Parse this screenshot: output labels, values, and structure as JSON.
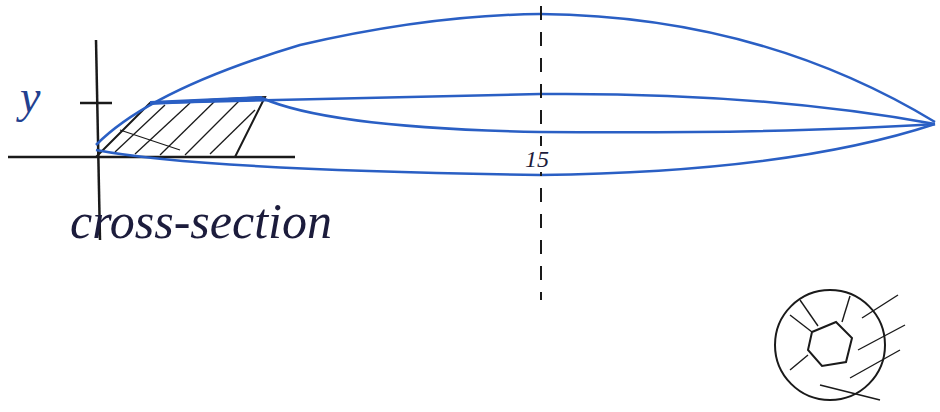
{
  "diagram": {
    "labels": [
      "y",
      "15",
      "cross-section"
    ]
  }
}
